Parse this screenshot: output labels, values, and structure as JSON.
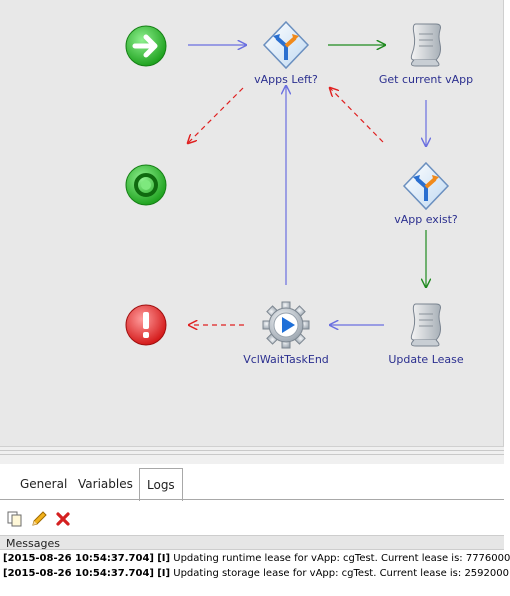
{
  "workflow": {
    "nodes": [
      {
        "id": "start",
        "label": ""
      },
      {
        "id": "vapps_left",
        "label": "vApps Left?"
      },
      {
        "id": "get_current",
        "label": "Get current vApp"
      },
      {
        "id": "end_ok",
        "label": ""
      },
      {
        "id": "vapp_exist",
        "label": "vApp exist?"
      },
      {
        "id": "error",
        "label": ""
      },
      {
        "id": "wait_task",
        "label": "VclWaitTaskEnd"
      },
      {
        "id": "update_lease",
        "label": "Update Lease"
      }
    ],
    "colors": {
      "flow": "#6a6fe0",
      "success": "#1f8a1f",
      "error": "#e02020"
    }
  },
  "tabs": [
    {
      "label": "General",
      "active": false
    },
    {
      "label": "Variables",
      "active": false
    },
    {
      "label": "Logs",
      "active": true
    }
  ],
  "toolbar": {
    "copy_icon": "copy-icon",
    "edit_icon": "pencil-icon",
    "delete_icon": "delete-icon"
  },
  "messages": {
    "header": "Messages",
    "lines": [
      {
        "time": "[2015-08-26 10:54:37.704]",
        "level": "[I]",
        "text": "Updating runtime lease for vApp: cgTest. Current lease is: 7776000"
      },
      {
        "time": "[2015-08-26 10:54:37.704]",
        "level": "[I]",
        "text": "Updating storage lease for vApp: cgTest. Current lease is: 2592000"
      }
    ]
  }
}
